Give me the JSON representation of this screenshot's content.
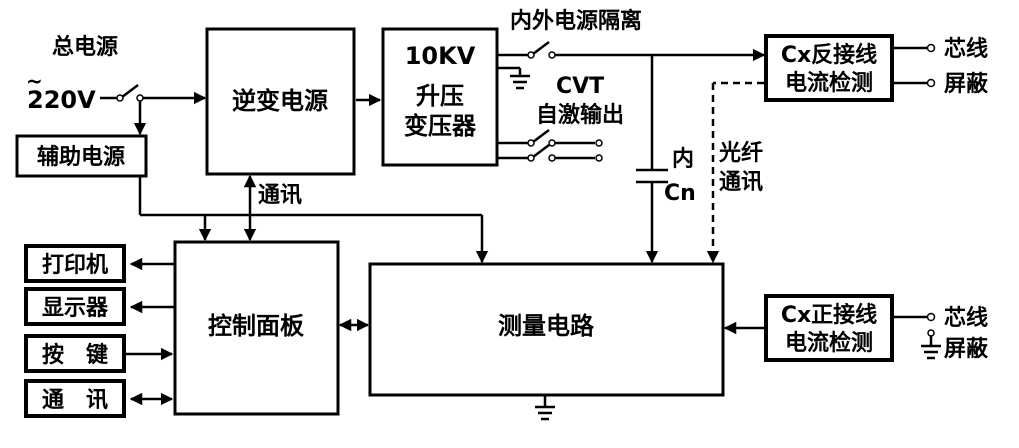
{
  "blocks": {
    "main_power": "总电源",
    "voltage": "220V",
    "voltage_mark": "~",
    "aux_power": "辅助电源",
    "inverter": "逆变电源",
    "transformer_line1": "10KV",
    "transformer_line2": "升压",
    "transformer_line3": "变压器",
    "isolation": "内外电源隔离",
    "cvt_line1": "CVT",
    "cvt_line2": "自激输出",
    "comm_link": "通讯",
    "cap_line1": "内",
    "cap_line2": "Cn",
    "fiber_line1": "光纤",
    "fiber_line2": "通讯",
    "cx_reverse_line1": "Cx反接线",
    "cx_reverse_line2": "电流检测",
    "cx_forward_line1": "Cx正接线",
    "cx_forward_line2": "电流检测",
    "core_wire_top": "芯线",
    "shield_top": "屏蔽",
    "core_wire_bottom": "芯线",
    "shield_bottom": "屏蔽",
    "control_panel": "控制面板",
    "measure_circuit": "测量电路",
    "printer": "打印机",
    "display": "显示器",
    "keys": "按　键",
    "comm": "通　讯"
  }
}
